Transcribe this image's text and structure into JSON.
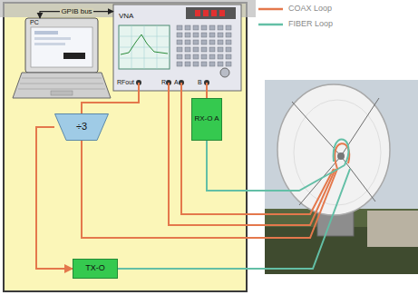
{
  "diagram": {
    "nodes": [
      {
        "text": [
          "PC"
        ]
      },
      {
        "text": [
          "VNA"
        ]
      },
      {
        "text": [
          "÷3"
        ]
      },
      {
        "text": [
          "RX-O A"
        ]
      },
      {
        "text": [
          "TX-O"
        ]
      }
    ],
    "edges": [
      {
        "from": 0,
        "to": 1,
        "arrow": "both",
        "label": "GPIB bus"
      },
      {
        "from": 1,
        "to": 2,
        "arrow": "none"
      },
      {
        "from": 2,
        "to": 4,
        "arrow": "to"
      },
      {
        "from": 3,
        "to": 1,
        "arrow": "none"
      }
    ],
    "labels": [
      "RFout",
      "R",
      "A",
      "B"
    ],
    "legend": [
      {
        "text": "COAX Loop"
      },
      {
        "text": "FIBER Loop"
      }
    ]
  }
}
